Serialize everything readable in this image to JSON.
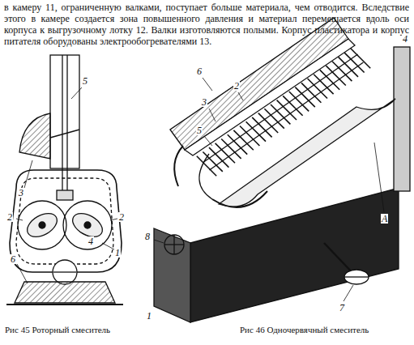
{
  "diagram": {
    "labels": [
      "в камеру 11, ограниченную валками, поступает больше материала, чем отводится. Вследствие этого в камере создается зона повышенного давления и материал перемещается вдоль оси корпуса к выгрузочному лотку 12. Валки изготовляются полыми. Корпус пластикатора и корпус питателя оборудованы электрообогревателями 13.",
      "5",
      "3",
      "2",
      "2",
      "4",
      "1",
      "6",
      "6",
      "2",
      "3",
      "5",
      "4",
      "8",
      "A",
      "1",
      "7",
      "Рис 45 Роторный смеситель",
      "Рис 46 Одночервячный смеситель"
    ]
  }
}
